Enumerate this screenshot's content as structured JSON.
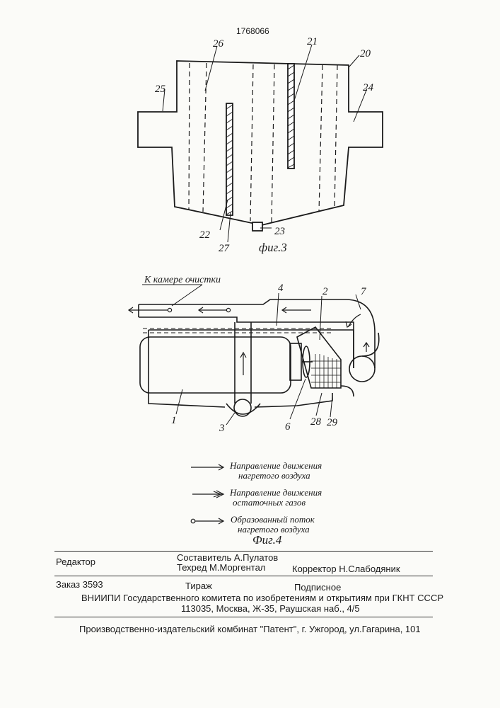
{
  "patent_number": "1768066",
  "fig3": {
    "caption": "фиг.3",
    "labels": [
      "20",
      "21",
      "22",
      "23",
      "24",
      "25",
      "26",
      "27"
    ]
  },
  "fig4": {
    "caption": "Фиг.4",
    "top_label": "К камере очистки",
    "labels": [
      "1",
      "2",
      "3",
      "4",
      "6",
      "7",
      "28",
      "29"
    ]
  },
  "legend": [
    {
      "line1": "Направление движения",
      "line2": "нагретого воздуха"
    },
    {
      "line1": "Направление движения",
      "line2": "остаточных газов"
    },
    {
      "line1": "Образованный поток",
      "line2": "нагретого воздуха"
    }
  ],
  "footer": {
    "editor": "Редактор",
    "compiler": "Составитель А.Пулатов",
    "techred": "Техред М.Моргентал",
    "corrector": "Корректор  Н.Слабодяник",
    "order": "Заказ  3593",
    "circulation": "Тираж",
    "subscription": "Подписное",
    "vniipi": "ВНИИПИ Государственного комитета по изобретениям и открытиям при ГКНТ СССР",
    "address": "113035, Москва, Ж-35, Раушская наб., 4/5",
    "publisher": "Производственно-издательский комбинат \"Патент\", г. Ужгород, ул.Гагарина, 101"
  }
}
